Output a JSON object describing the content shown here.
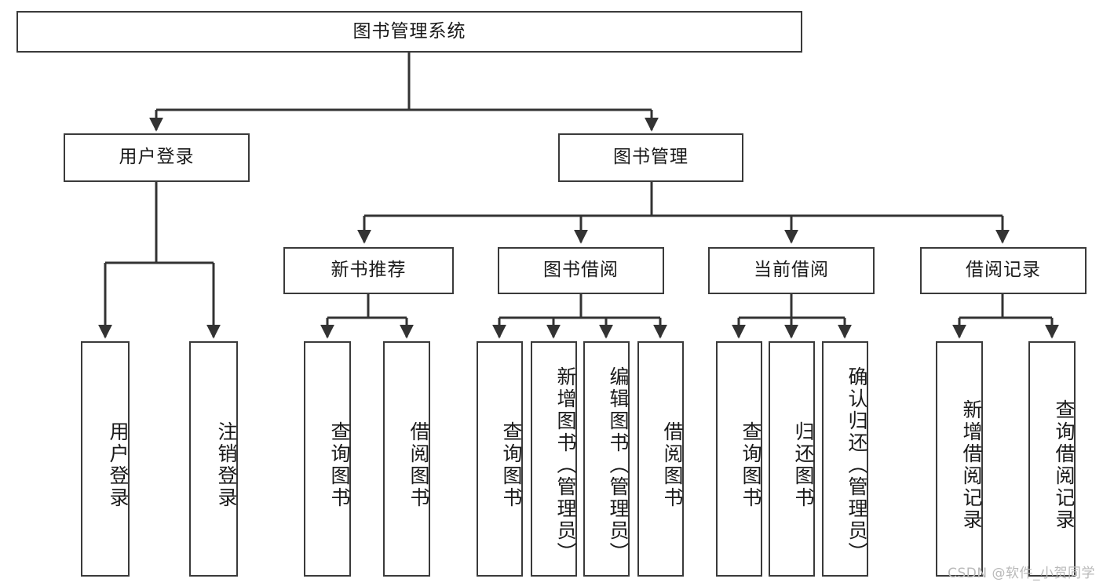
{
  "diagram": {
    "title": "图书管理系统",
    "type": "tree",
    "watermark": "CSDN @软件_小贺同学",
    "colors": {
      "box_border": "#3a3a3a",
      "box_fill": "#ffffff",
      "edge": "#333333",
      "text": "#1a1a1a",
      "watermark": "#b9b9b9",
      "background": "#ffffff"
    },
    "root": {
      "label": "图书管理系统"
    },
    "level1": [
      {
        "label": "用户登录"
      },
      {
        "label": "图书管理"
      }
    ],
    "level2": [
      {
        "label": "新书推荐"
      },
      {
        "label": "图书借阅"
      },
      {
        "label": "当前借阅"
      },
      {
        "label": "借阅记录"
      }
    ],
    "leaves": {
      "user_login": [
        {
          "label": "用户登录"
        },
        {
          "label": "注销登录"
        }
      ],
      "new_book_recommend": [
        {
          "label": "查询图书"
        },
        {
          "label": "借阅图书"
        }
      ],
      "book_borrow": [
        {
          "label": "查询图书"
        },
        {
          "label": "新增图书（管理员）"
        },
        {
          "label": "编辑图书（管理员）"
        },
        {
          "label": "借阅图书"
        }
      ],
      "current_borrow": [
        {
          "label": "查询图书"
        },
        {
          "label": "归还图书"
        },
        {
          "label": "确认归还（管理员）"
        }
      ],
      "borrow_record": [
        {
          "label": "新增借阅记录"
        },
        {
          "label": "查询借阅记录"
        }
      ]
    }
  }
}
